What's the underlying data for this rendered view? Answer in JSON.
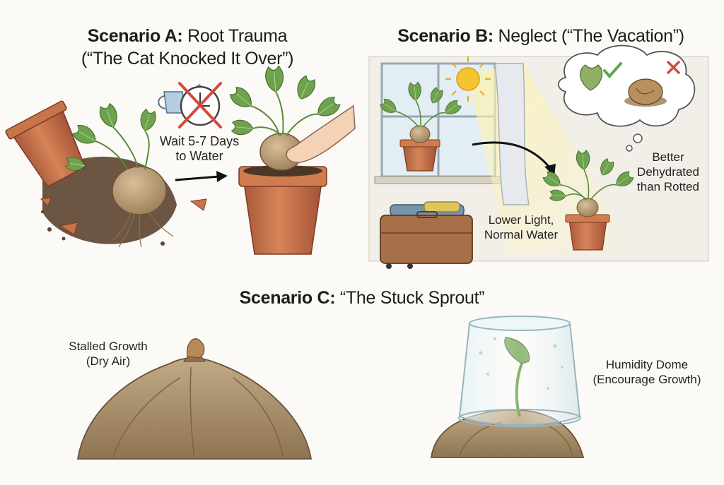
{
  "scenario_a": {
    "title_bold": "Scenario A:",
    "title_rest": " Root Trauma",
    "subtitle": "(“The Cat Knocked It Over”)",
    "wait_label_line1": "Wait 5-7 Days",
    "wait_label_line2": "to Water",
    "icons": [
      "watering-can-icon",
      "clock-icon",
      "no-cross-icon",
      "arrow-right-icon"
    ]
  },
  "scenario_b": {
    "title_bold": "Scenario B:",
    "title_rest": " Neglect (“The Vacation”)",
    "thought_line1": "Better",
    "thought_line2": "Dehydrated",
    "thought_line3": "than Rotted",
    "light_label_line1": "Lower Light,",
    "light_label_line2": "Normal Water",
    "icons": [
      "sun-icon",
      "check-icon",
      "x-icon",
      "suitcase-icon",
      "arrow-curve-icon"
    ]
  },
  "scenario_c": {
    "title_bold": "Scenario C:",
    "title_rest": " “The Stuck Sprout”",
    "left_label_line1": "Stalled Growth",
    "left_label_line2": "(Dry Air)",
    "right_label_line1": "Humidity Dome",
    "right_label_line2": "(Encourage Growth)"
  },
  "colors": {
    "terracotta": "#c8744a",
    "tuber": "#b79a72",
    "leaf": "#6fa24f",
    "soil": "#5c4330",
    "sun": "#f5c531",
    "check": "#5fa84a",
    "cross": "#d44a3a"
  }
}
